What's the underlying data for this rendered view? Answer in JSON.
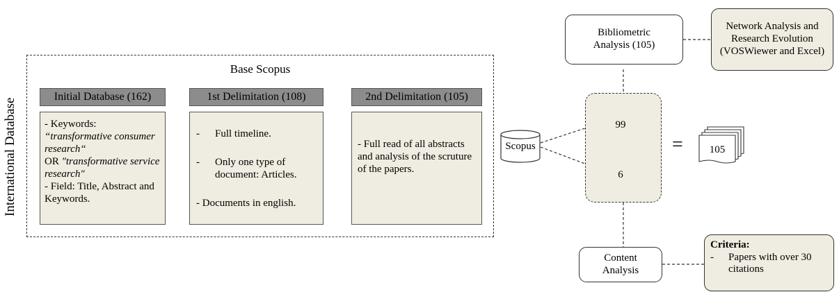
{
  "base": {
    "title": "Base Scopus",
    "side_label": "International Database"
  },
  "stages": [
    {
      "header": "Initial Database (162)",
      "lines": [
        {
          "text": "- Keywords:",
          "italic": false
        },
        {
          "text": "“transformative consumer research“",
          "italic": true
        },
        {
          "text": "OR ",
          "italic": false,
          "suffix": "\"transformative service research\""
        },
        {
          "text": "- Field: Title, Abstract and Keywords.",
          "italic": false
        }
      ]
    },
    {
      "header": "1st Delimitation (108)",
      "items": [
        "Full timeline.",
        "Only one type of document: Articles."
      ],
      "extra": "- Documents in english."
    },
    {
      "header": "2nd Delimitation (105)",
      "text": "- Full read of all abstracts and analysis of the scruture of the papers."
    }
  ],
  "scopus_label": "Scopus",
  "docs": {
    "top": "99",
    "bottom": "6",
    "result": "105"
  },
  "equals_sign": "=",
  "bibliometric": {
    "label": "Bibliometric Analysis (105)"
  },
  "network": {
    "label": "Network Analysis and Research Evolution (VOSWiewer and Excel)"
  },
  "content": {
    "label": "Content Analysis"
  },
  "criteria": {
    "title": "Criteria:",
    "item": "Papers with over 30 citations"
  }
}
